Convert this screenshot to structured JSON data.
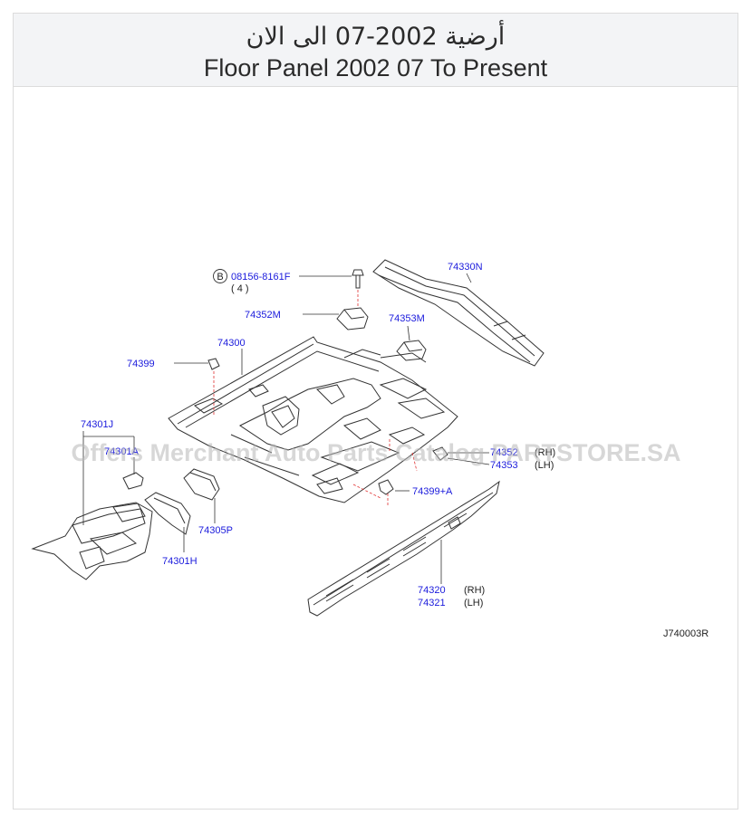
{
  "header": {
    "title_ar": "أرضية 2002-07 الى الان",
    "title_en": "Floor Panel 2002 07 To Present"
  },
  "diagram": {
    "code": "J740003R",
    "watermark": "Offers Merchant Auto Parts Catalog PARTSTORE.SA",
    "bolt_badge": "B",
    "parts": [
      {
        "id": "p08156",
        "number": "08156-8161F",
        "qty": "( 4 )"
      },
      {
        "id": "p74330N",
        "number": "74330N"
      },
      {
        "id": "p74352M",
        "number": "74352M"
      },
      {
        "id": "p74353M",
        "number": "74353M"
      },
      {
        "id": "p74300",
        "number": "74300"
      },
      {
        "id": "p74399",
        "number": "74399"
      },
      {
        "id": "p74301J",
        "number": "74301J"
      },
      {
        "id": "p74301A",
        "number": "74301A"
      },
      {
        "id": "p74352",
        "number": "74352",
        "side": "(RH)"
      },
      {
        "id": "p74353",
        "number": "74353",
        "side": "(LH)"
      },
      {
        "id": "p74399A",
        "number": "74399+A"
      },
      {
        "id": "p74305P",
        "number": "74305P"
      },
      {
        "id": "p74301H",
        "number": "74301H"
      },
      {
        "id": "p74320",
        "number": "74320",
        "side": "(RH)"
      },
      {
        "id": "p74321",
        "number": "74321",
        "side": "(LH)"
      }
    ]
  }
}
